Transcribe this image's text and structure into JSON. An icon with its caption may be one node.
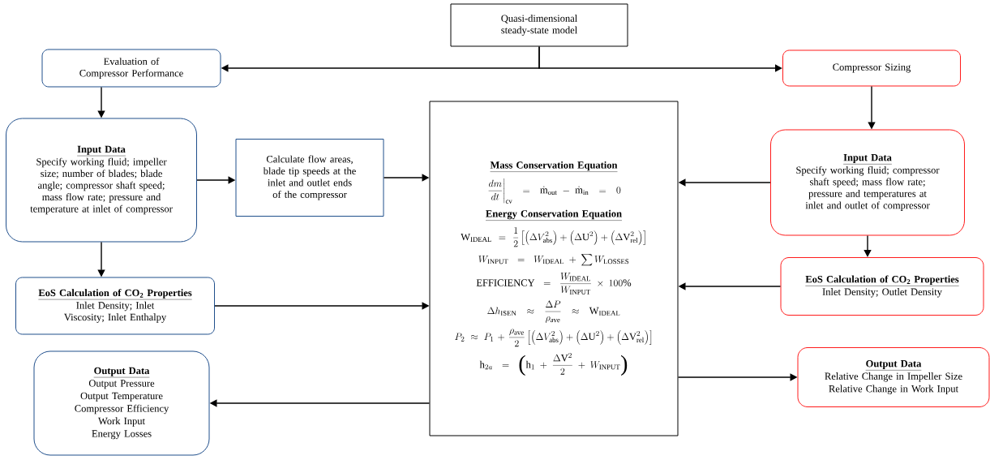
{
  "diagram": {
    "nodes": [
      {
        "text": [
          "Quasi-dimensional steady-state model"
        ]
      },
      {
        "text": [
          "Evaluation of Compressor Performance"
        ]
      },
      {
        "text": [
          "Compressor Sizing"
        ]
      },
      {
        "text": [
          "Input Data",
          "Specify working fluid; impeller size; number of blades; blade angle; compressor shaft speed; mass flow rate;  pressure and temperature at inlet  of compressor"
        ]
      },
      {
        "text": [
          "Calculate flow areas, blade tip speeds at the inlet and outlet ends of the compressor"
        ]
      },
      {
        "text": [
          "Mass Conservation Equation",
          "\\left.\\frac{dm}{dt}\\right|_{\\mathrm{cv}} = \\dot{\\mathrm{m}}_{\\mathrm{out}} - \\dot{\\mathrm{m}}_{\\mathrm{in}} = 0",
          "Energy Conservation Equation",
          "\\mathrm{W}_{\\mathrm{IDEAL}} = \\frac{1}{2}\\left[\\left(\\Delta V_{\\mathrm{abs}}^{2}\\right) + \\left(\\Delta \\mathrm{U}^{2}\\right) + \\left(\\Delta \\mathrm{V}_{\\mathrm{rel}}^{2}\\right)\\right]",
          "W_{\\mathrm{INPUT}} = W_{\\mathrm{IDEAL}} + \\sum W_{\\mathrm{LOSSES}}",
          "\\mathrm{EFFICIENCY} = \\frac{W_{\\mathrm{IDEAL}}}{W_{\\mathrm{INPUT}}} \\times 100\\%",
          "\\Delta h_{\\mathrm{ISEN}} \\approx \\frac{\\Delta P}{\\rho_{\\mathrm{ave}}} \\approx \\mathrm{W}_{\\mathrm{IDEAL}}",
          "P_{2} \\approx P_{1} + \\frac{\\rho_{\\mathrm{ave}}}{2}\\left[\\left(\\Delta V_{\\mathrm{abs}}^{2}\\right) + \\left(\\Delta \\mathrm{U}^{2}\\right) + \\left(\\Delta \\mathrm{V}_{\\mathrm{rel}}^{2}\\right)\\right]",
          "\\mathrm{h}_{2a} = \\vcenter{\\hbox{\\fontsize{28}{28}\\selectfont (}}\\mathrm{h}_{1} + \\frac{\\Delta \\mathrm{V}^{2}}{2} + W_{\\mathrm{INPUT}}\\vcenter{\\hbox{\\fontsize{28}{28}\\selectfont )}}"
        ]
      },
      {
        "text": [
          "Input Data",
          "Specify working fluid; compressor shaft speed; mass flow rate; pressure and temperatures at inlet and outlet  of compressor"
        ]
      },
      {
        "text": [
          "EoS Calculation of CO$_{2}$ Properties",
          "Inlet Density;  Inlet Viscosity; Inlet Enthalpy"
        ]
      },
      {
        "text": [
          "EoS Calculation of CO$_{2}$ Properties",
          "Inlet Density;  Outlet Density"
        ]
      },
      {
        "text": [
          "Output Data",
          "Output Pressure",
          "Output Temperature",
          "Compressor Efficiency",
          "Work Input",
          "Energy Losses"
        ]
      },
      {
        "text": [
          "Output Data",
          "Relative Change in Impeller Size",
          "Relative Change in Work Input"
        ]
      }
    ],
    "edges": [
      {
        "from": 0,
        "to": 1,
        "arrow": "to"
      },
      {
        "from": 0,
        "to": 2,
        "arrow": "to"
      },
      {
        "from": 1,
        "to": 3,
        "arrow": "to"
      },
      {
        "from": 3,
        "to": 4,
        "arrow": "to"
      },
      {
        "from": 4,
        "to": 5,
        "arrow": "to"
      },
      {
        "from": 3,
        "to": 7,
        "arrow": "to"
      },
      {
        "from": 7,
        "to": 5,
        "arrow": "to"
      },
      {
        "from": 5,
        "to": 9,
        "arrow": "to"
      },
      {
        "from": 2,
        "to": 6,
        "arrow": "to"
      },
      {
        "from": 6,
        "to": 5,
        "arrow": "to"
      },
      {
        "from": 6,
        "to": 8,
        "arrow": "to"
      },
      {
        "from": 8,
        "to": 5,
        "arrow": "to"
      },
      {
        "from": 5,
        "to": 10,
        "arrow": "to"
      }
    ]
  }
}
